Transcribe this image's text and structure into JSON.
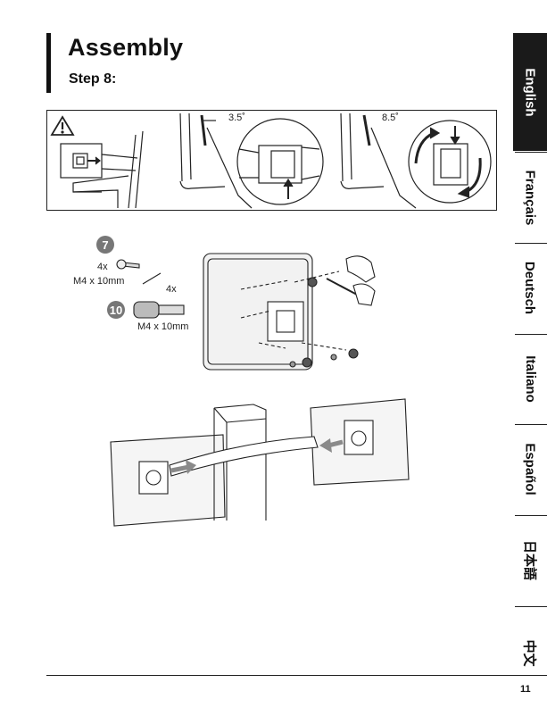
{
  "header": {
    "title": "Assembly",
    "step": "Step 8:"
  },
  "panel": {
    "angle_1": "3.5˚",
    "angle_2": "8.5˚"
  },
  "parts": {
    "part_7_number": "7",
    "part_7_qty": "4x",
    "part_7_size": "M4 x 10mm",
    "part_10_number": "10",
    "part_10_qty": "4x",
    "part_10_size": "M4 x 10mm"
  },
  "languages": [
    {
      "label": "English",
      "active": true
    },
    {
      "label": "Français",
      "active": false
    },
    {
      "label": "Deutsch",
      "active": false
    },
    {
      "label": "Italiano",
      "active": false
    },
    {
      "label": "Español",
      "active": false
    },
    {
      "label": "日本語",
      "active": false
    },
    {
      "label": "中文",
      "active": false
    }
  ],
  "footer": {
    "page_number": "11"
  },
  "colors": {
    "tab_active_bg": "#1a1a1a",
    "part_badge": "#777777",
    "arrow_gray": "#8a8a8a"
  }
}
